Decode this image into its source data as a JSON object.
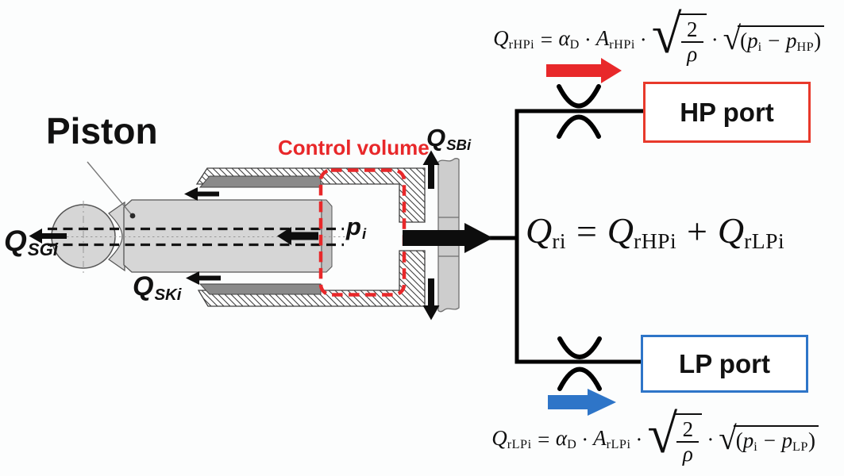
{
  "labels": {
    "piston": "Piston",
    "control_volume": "Control volume",
    "q_sgi": {
      "base": "Q",
      "sub": "SGi"
    },
    "q_ski": {
      "base": "Q",
      "sub": "SKi"
    },
    "q_sbi": {
      "base": "Q",
      "sub": "SBi"
    },
    "p_i": {
      "base": "p",
      "sub": "i"
    }
  },
  "ports": {
    "hp": {
      "label": "HP port",
      "border_color": "#e8392b"
    },
    "lp": {
      "label": "LP port",
      "border_color": "#2e75c8"
    }
  },
  "symbols": {
    "radical": "√",
    "equals": "=",
    "plus": "+",
    "dot": "·",
    "minus": "−",
    "paren_open": "(",
    "paren_close": ")"
  },
  "equations": {
    "hp_flow": {
      "lhs": {
        "base": "Q",
        "sub": "rHPi"
      },
      "coeff": {
        "base": "α",
        "sub": "D"
      },
      "area": {
        "base": "A",
        "sub": "rHPi"
      },
      "sqrt_frac": {
        "num": "2",
        "den": "ρ"
      },
      "pressure": {
        "p1": "p",
        "p1_sub": "i",
        "p2": "p",
        "p2_sub": "HP"
      }
    },
    "sum_flow": {
      "lhs": {
        "base": "Q",
        "sub": "ri"
      },
      "term1": {
        "base": "Q",
        "sub": "rHPi"
      },
      "term2": {
        "base": "Q",
        "sub": "rLPi"
      }
    },
    "lp_flow": {
      "lhs": {
        "base": "Q",
        "sub": "rLPi"
      },
      "coeff": {
        "base": "α",
        "sub": "D"
      },
      "area": {
        "base": "A",
        "sub": "rLPi"
      },
      "sqrt_frac": {
        "num": "2",
        "den": "ρ"
      },
      "pressure": {
        "p1": "p",
        "p1_sub": "i",
        "p2": "p",
        "p2_sub": "LP"
      }
    }
  },
  "colors": {
    "flow_red": "#e8282a",
    "flow_blue": "#2e75c8",
    "control_volume_red": "#e8282a",
    "line_black": "#111111",
    "piston_gray": "#d6d6d6",
    "bushing_gray": "#8a8a8a",
    "plate_gray": "#cdcdcd"
  }
}
